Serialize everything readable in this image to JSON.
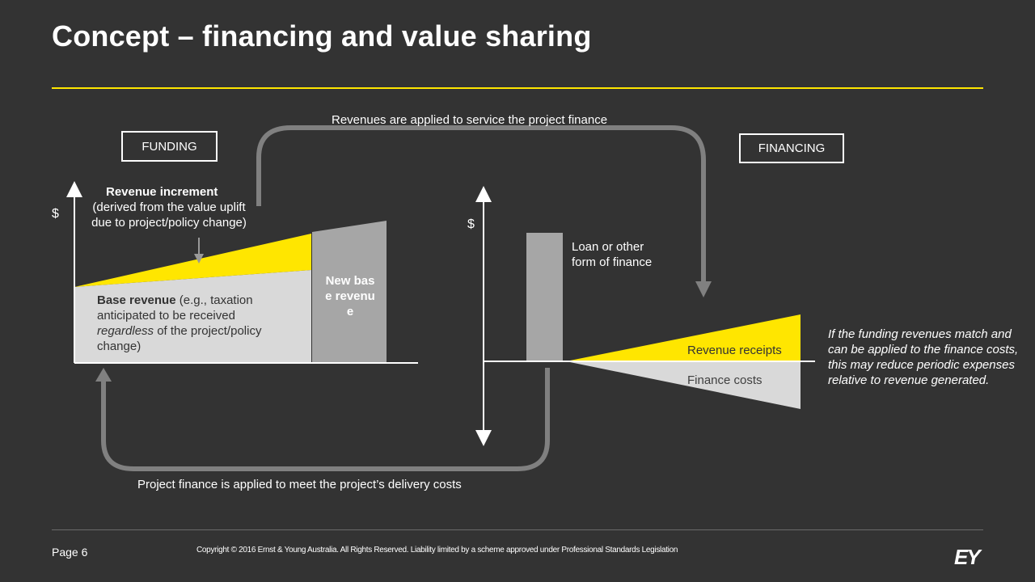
{
  "title": "Concept – financing and value sharing",
  "labels": {
    "funding": "FUNDING",
    "financing": "FINANCING",
    "top_arrow": "Revenues are applied to service the project finance",
    "bottom_arrow": "Project finance is applied to meet the project’s delivery costs",
    "dollar_left": "$",
    "dollar_right": "$",
    "revenue_increment_title": "Revenue increment",
    "revenue_increment_desc": "(derived from the value uplift due to project/policy change)",
    "base_revenue_bold": "Base revenue",
    "base_revenue_rest1": " (e.g., taxation anticipated to be received ",
    "base_revenue_italic": "regardless",
    "base_revenue_rest2": " of the project/policy change)",
    "new_base_revenue": "New base revenue",
    "loan": "Loan or other form of finance",
    "revenue_receipts": "Revenue receipts",
    "finance_costs": "Finance costs",
    "note": "If the funding revenues match and can be applied to the finance costs, this may reduce periodic expenses relative to revenue generated."
  },
  "footer": {
    "page": "Page 6",
    "copyright": "Copyright © 2016 Ernst & Young Australia. All Rights Reserved. Liability limited by a scheme approved under Professional Standards Legislation",
    "logo": "EY"
  },
  "colors": {
    "background": "#333333",
    "accent": "#ffe600",
    "light_grey": "#d9d9d9",
    "mid_grey": "#a6a6a6",
    "arrow_grey": "#808080"
  }
}
